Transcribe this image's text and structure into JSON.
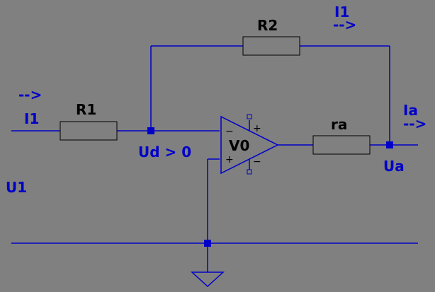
{
  "colors": {
    "background": "#808080",
    "wire": "#0000c8",
    "component": "#000000",
    "label": "#0000c8"
  },
  "components": {
    "r1": "R1",
    "r2": "R2",
    "ra": "ra",
    "opamp": "V0"
  },
  "opamp_pins": {
    "in_inverting": "−",
    "in_noninverting": "+",
    "supply_pos": "+",
    "supply_neg": "−"
  },
  "labels": {
    "input_current": "I1",
    "input_arrow": "-->",
    "feedback_current": "I1",
    "feedback_arrow": "-->",
    "output_current": "Ia",
    "output_arrow": "-->",
    "diff_voltage": "Ud > 0",
    "output_voltage": "Ua",
    "input_voltage": "U1"
  },
  "icons": {
    "ground": "ground-icon"
  }
}
